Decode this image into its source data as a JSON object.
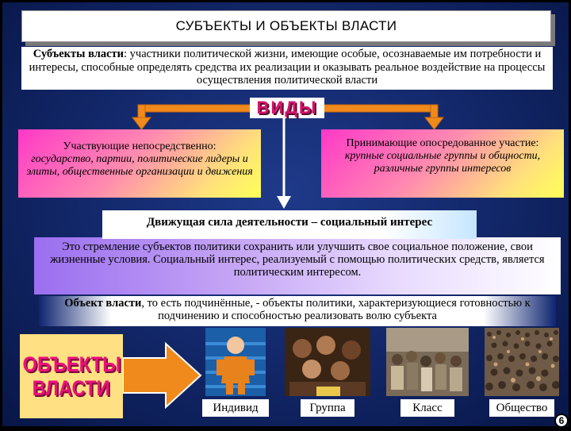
{
  "title": "СУБЪЕКТЫ И ОБЪЕКТЫ ВЛАСТИ",
  "subjects_definition": {
    "term": "Субъекты власти",
    "text": ": участники политической жизни, имеющие особые, осознаваемые им потребности и интересы, способные определять средства их реализации и оказывать реальное воздействие на процессы осуществления политической власти"
  },
  "types_label": "ВИДЫ",
  "direct_participation": {
    "lead": "Участвующие непосредственно:",
    "items": "государство, партии, политические лидеры и элиты, общественные организации и движения"
  },
  "indirect_participation": {
    "lead": "Принимающие опосредованное участие:",
    "items": "крупные социальные группы и общности, различные группы интересов"
  },
  "driving_force": "Движущая сила деятельности – социальный интерес",
  "driving_explanation": "Это стремление субъектов политики сохранить или улучшить свое социальное положение, свои жизненные условия. Социальный интерес, реализуемый с помощью политических средств, является политическим интересом.",
  "object_definition": {
    "term": "Объект власти",
    "text": ", то есть подчинённые, - объекты политики, характеризующиеся готовностью к подчинению и способностью реализовать волю субъекта"
  },
  "objects_label": {
    "line1": "ОБЪЕКТЫ",
    "line2": "ВЛАСТИ"
  },
  "object_kinds": [
    {
      "label": "Индивид"
    },
    {
      "label": "Группа"
    },
    {
      "label": "Класс"
    },
    {
      "label": "Общество"
    }
  ],
  "page_number": "6",
  "colors": {
    "background": "#142a6e",
    "arrow_orange": "#f08a1c",
    "accent_pink": "#e8127a",
    "gradient_yellow": "#ffff58"
  }
}
